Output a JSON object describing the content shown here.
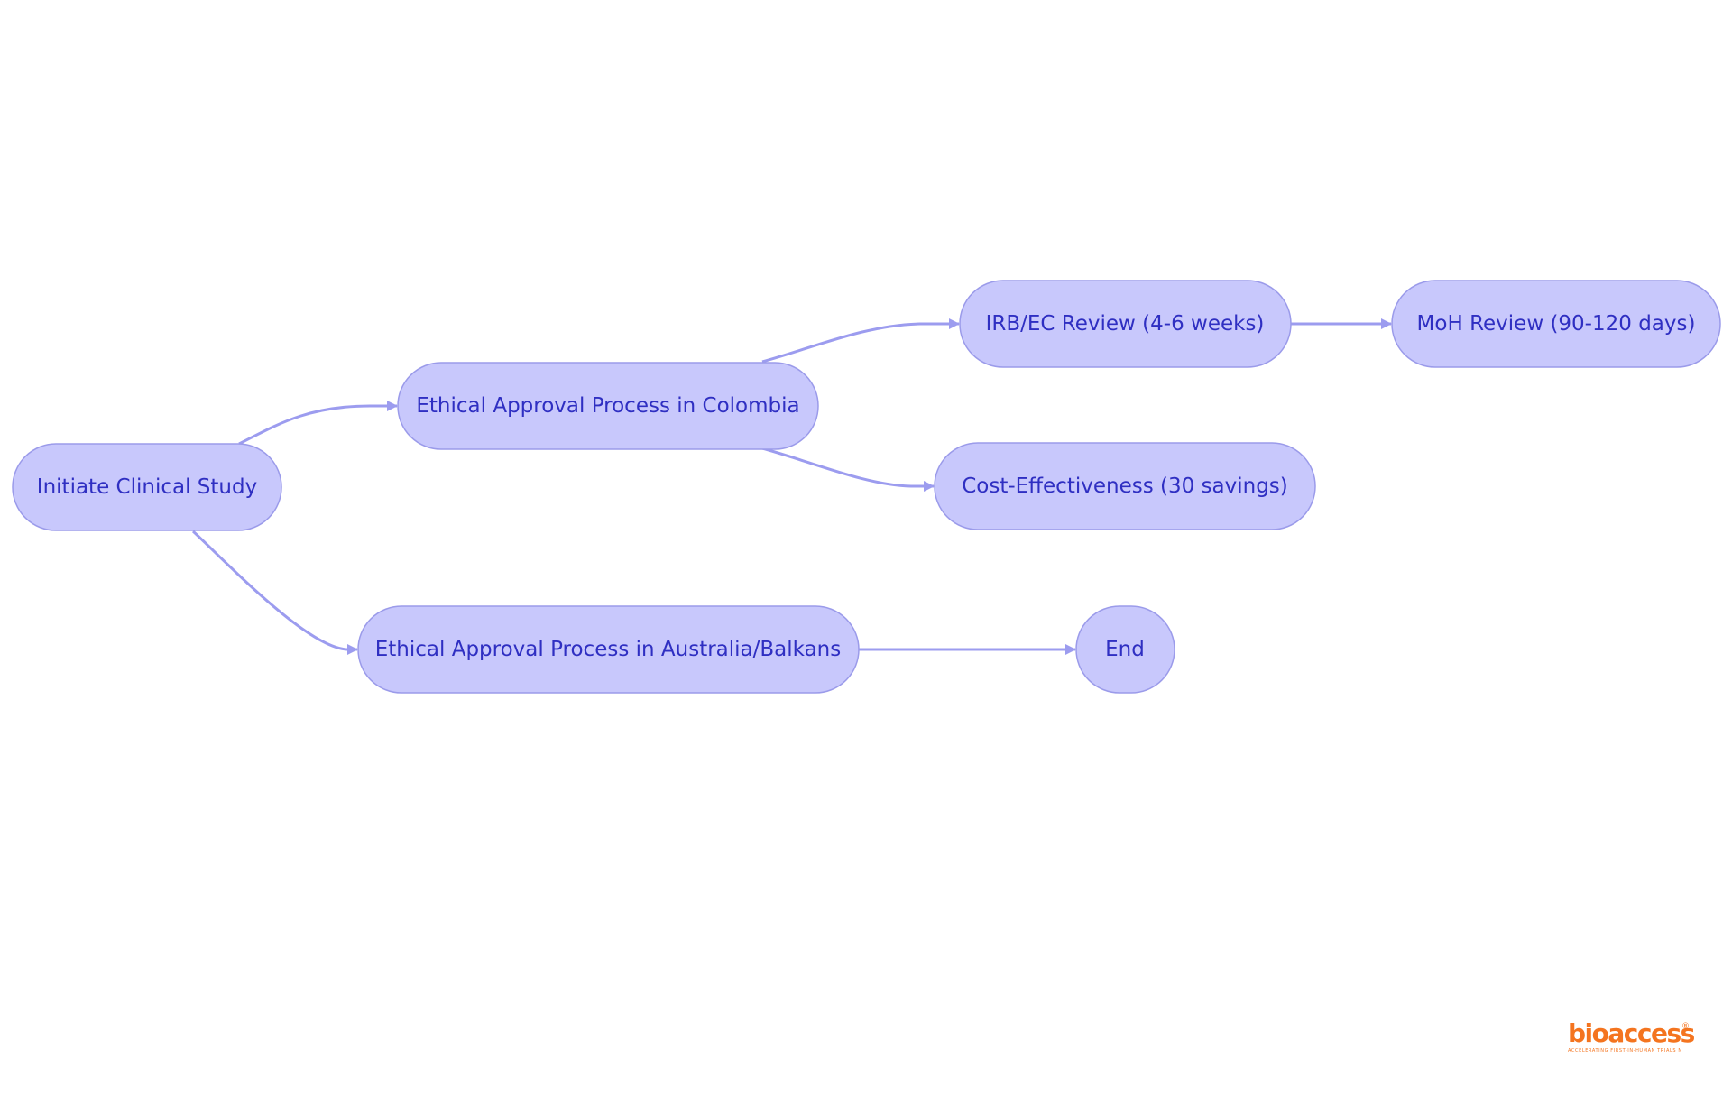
{
  "diagram": {
    "nodes": {
      "initiate": "Initiate Clinical Study",
      "colombia": "Ethical Approval Process in Colombia",
      "australia": "Ethical Approval Process in Australia/Balkans",
      "irb": "IRB/EC Review (4-6 weeks)",
      "moh": "MoH Review (90-120 days)",
      "cost": "Cost-Effectiveness (30 savings)",
      "end": "End"
    },
    "edges": [
      {
        "from": "initiate",
        "to": "colombia"
      },
      {
        "from": "initiate",
        "to": "australia"
      },
      {
        "from": "colombia",
        "to": "irb"
      },
      {
        "from": "colombia",
        "to": "cost"
      },
      {
        "from": "irb",
        "to": "moh"
      },
      {
        "from": "australia",
        "to": "end"
      }
    ]
  },
  "colors": {
    "node_fill": "#c8c8fc",
    "node_stroke": "#9b9bea",
    "node_text": "#2f2fc2",
    "edge": "#9c9cef",
    "logo": "#f4741f"
  },
  "logo": {
    "word": "bioaccess",
    "reg": "®",
    "tagline": "ACCELERATING FIRST-IN-HUMAN TRIALS NETWORK"
  }
}
